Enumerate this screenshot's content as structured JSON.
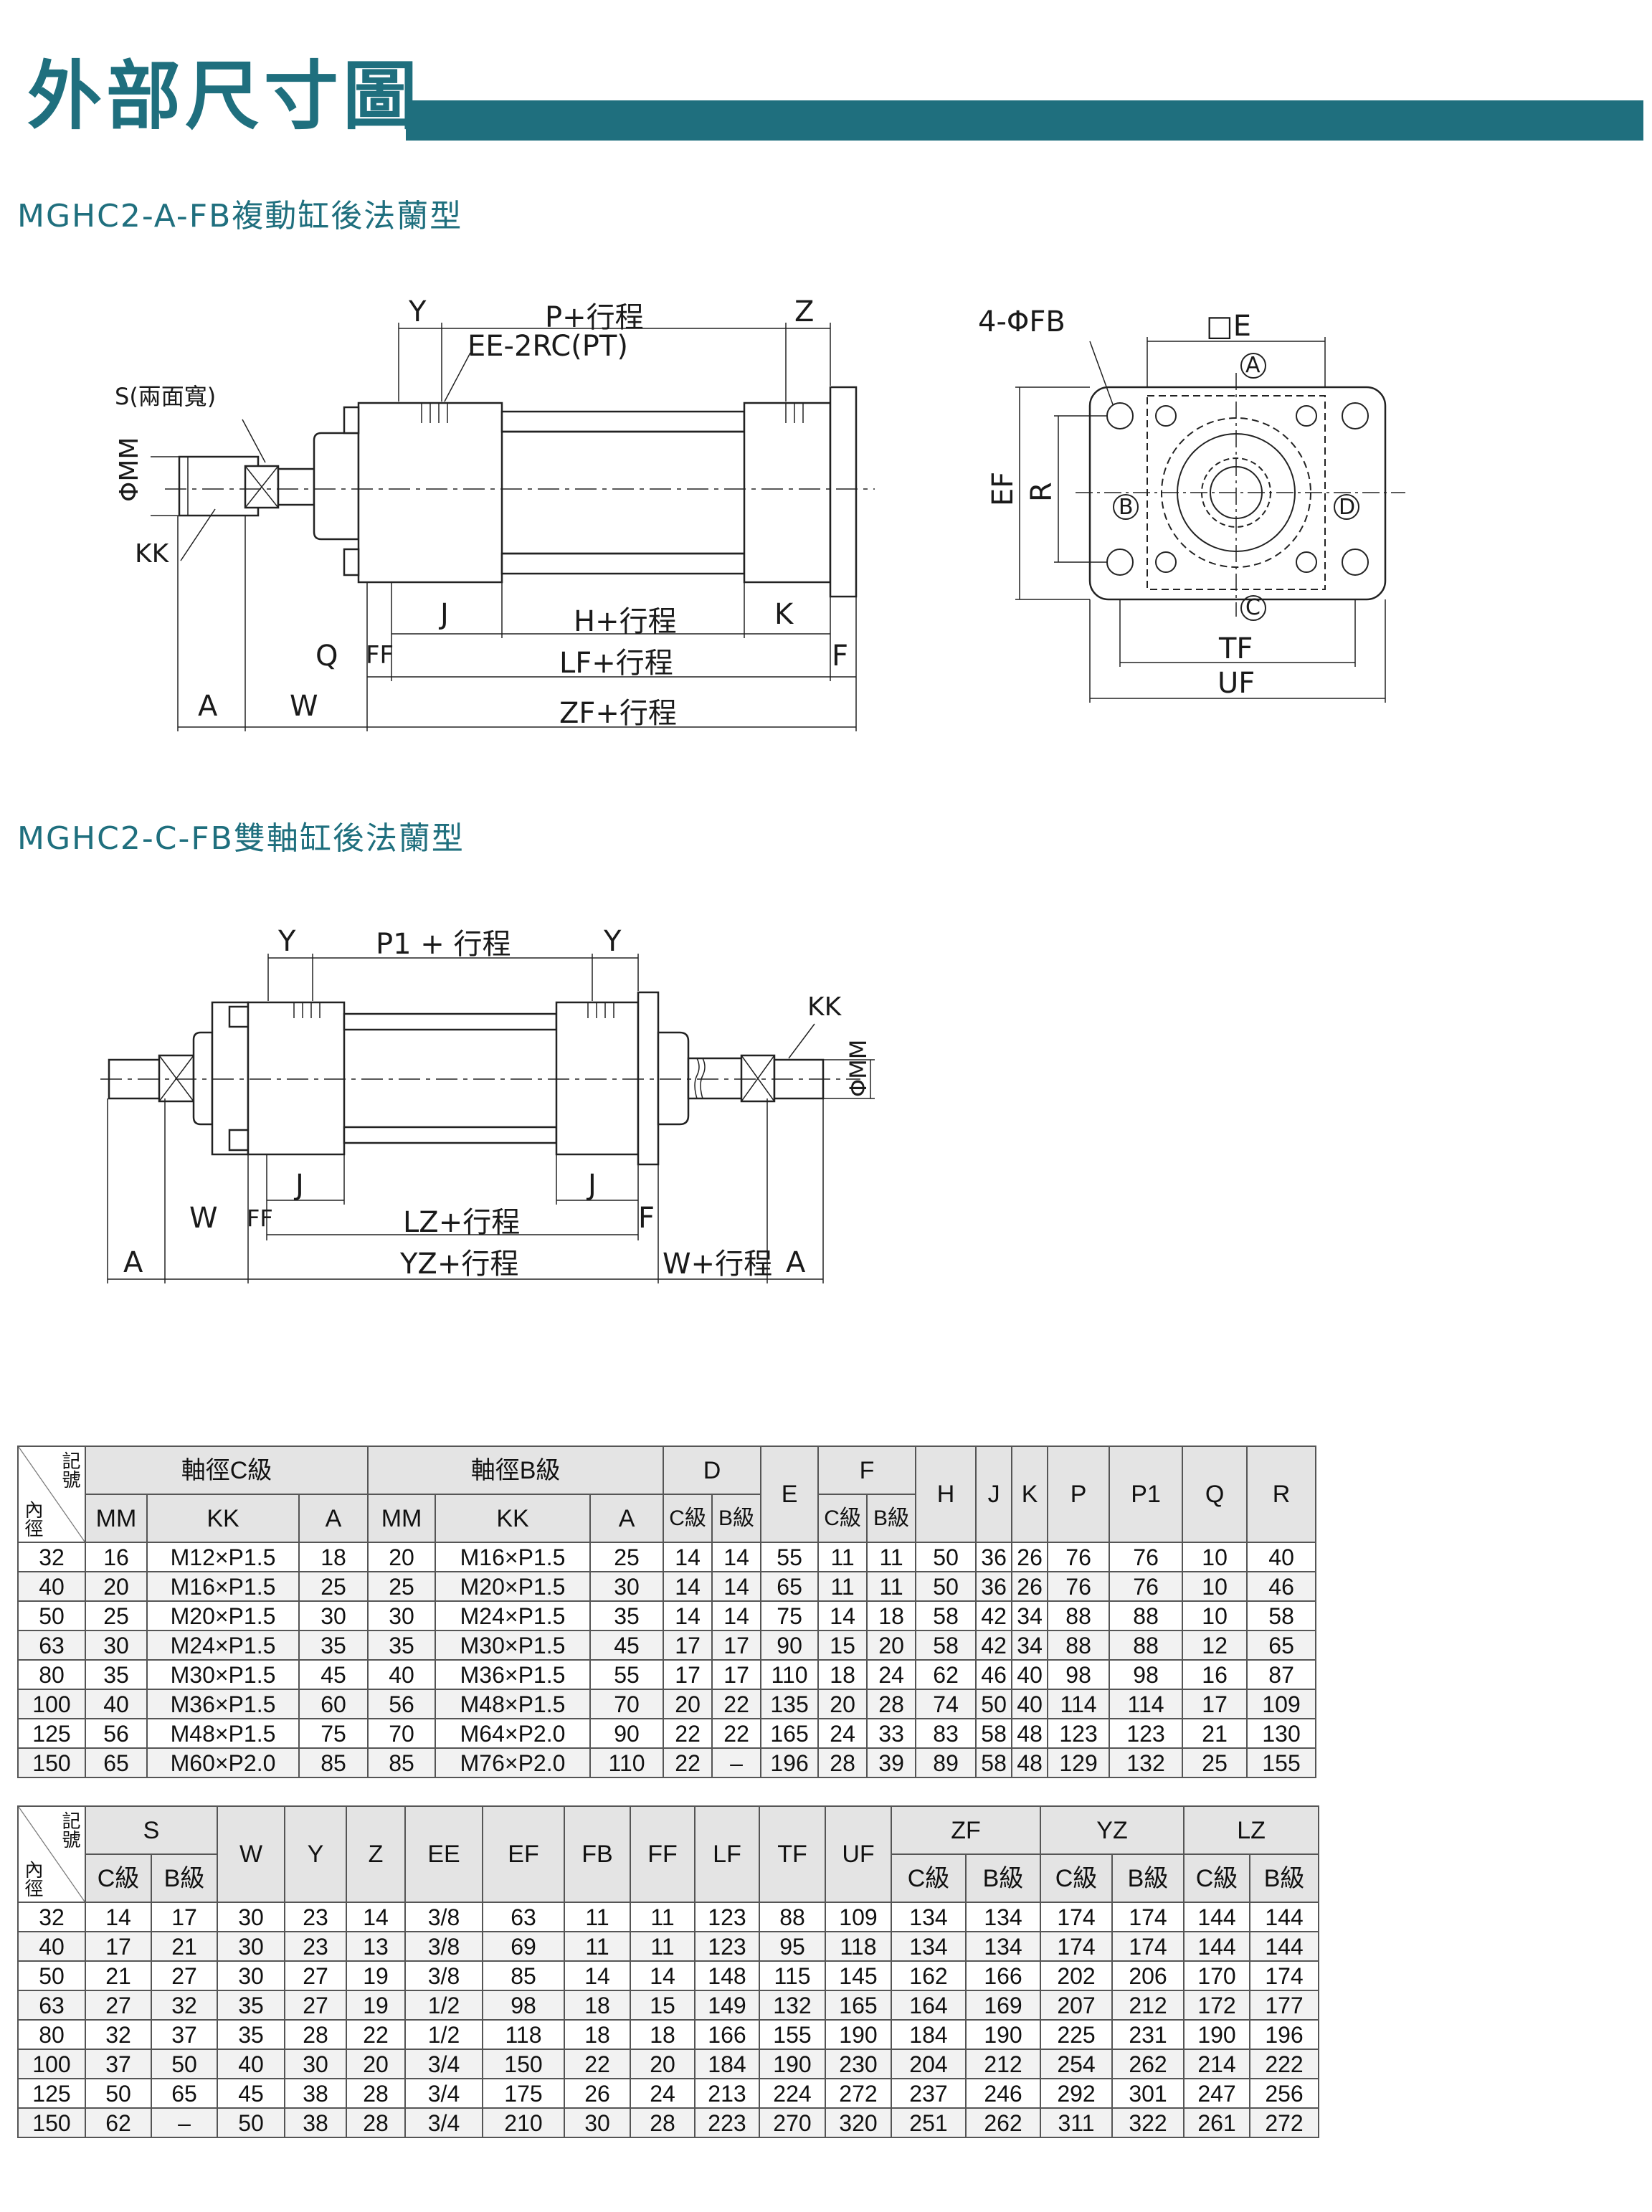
{
  "page": {
    "title": "外部尺寸圖",
    "section_a_title": "MGHC2-A-FB複動缸後法蘭型",
    "section_c_title": "MGHC2-C-FB雙軸缸後法蘭型"
  },
  "drawing_a": {
    "y": "Y",
    "p_stroke": "P+行程",
    "z": "Z",
    "ee": "EE-2RC(PT)",
    "s": "S(兩面寬)",
    "mm": "ΦMM",
    "kk": "KK",
    "j": "J",
    "h_stroke": "H+行程",
    "k": "K",
    "q": "Q",
    "ff": "FF",
    "lf_stroke": "LF+行程",
    "f": "F",
    "a": "A",
    "w": "W",
    "zf_stroke": "ZF+行程"
  },
  "drawing_flange": {
    "fb": "4-ΦFB",
    "e": "□E",
    "ef": "EF",
    "r": "R",
    "pa": "A",
    "pb": "B",
    "pc": "C",
    "pd": "D",
    "tf": "TF",
    "uf": "UF"
  },
  "drawing_c": {
    "y1": "Y",
    "p1_stroke": "P1 + 行程",
    "y2": "Y",
    "kk": "KK",
    "mm": "ΦMM",
    "j1": "J",
    "j2": "J",
    "w": "W",
    "ff": "FF",
    "lz_stroke": "LZ+行程",
    "f": "F",
    "a1": "A",
    "yz_stroke": "YZ+行程",
    "w_stroke": "W+行程",
    "a2": "A"
  },
  "table1": {
    "corner_top": "記號",
    "corner_bottom": "內徑",
    "group_c": "軸徑C級",
    "group_b": "軸徑B級",
    "col_d": "D",
    "col_e": "E",
    "col_f": "F",
    "col_h": "H",
    "col_j": "J",
    "col_k": "K",
    "col_p": "P",
    "col_p1": "P1",
    "col_q": "Q",
    "col_r": "R",
    "sub_mm_c": "MM",
    "sub_kk_c": "KK",
    "sub_a_c": "A",
    "sub_mm_b": "MM",
    "sub_kk_b": "KK",
    "sub_a_b": "A",
    "sub_d_c": "C級",
    "sub_d_b": "B級",
    "sub_f_c": "C級",
    "sub_f_b": "B級",
    "rows": [
      [
        "32",
        "16",
        "M12×P1.5",
        "18",
        "20",
        "M16×P1.5",
        "25",
        "14",
        "14",
        "55",
        "11",
        "11",
        "50",
        "36",
        "26",
        "76",
        "76",
        "10",
        "40"
      ],
      [
        "40",
        "20",
        "M16×P1.5",
        "25",
        "25",
        "M20×P1.5",
        "30",
        "14",
        "14",
        "65",
        "11",
        "11",
        "50",
        "36",
        "26",
        "76",
        "76",
        "10",
        "46"
      ],
      [
        "50",
        "25",
        "M20×P1.5",
        "30",
        "30",
        "M24×P1.5",
        "35",
        "14",
        "14",
        "75",
        "14",
        "18",
        "58",
        "42",
        "34",
        "88",
        "88",
        "10",
        "58"
      ],
      [
        "63",
        "30",
        "M24×P1.5",
        "35",
        "35",
        "M30×P1.5",
        "45",
        "17",
        "17",
        "90",
        "15",
        "20",
        "58",
        "42",
        "34",
        "88",
        "88",
        "12",
        "65"
      ],
      [
        "80",
        "35",
        "M30×P1.5",
        "45",
        "40",
        "M36×P1.5",
        "55",
        "17",
        "17",
        "110",
        "18",
        "24",
        "62",
        "46",
        "40",
        "98",
        "98",
        "16",
        "87"
      ],
      [
        "100",
        "40",
        "M36×P1.5",
        "60",
        "56",
        "M48×P1.5",
        "70",
        "20",
        "22",
        "135",
        "20",
        "28",
        "74",
        "50",
        "40",
        "114",
        "114",
        "17",
        "109"
      ],
      [
        "125",
        "56",
        "M48×P1.5",
        "75",
        "70",
        "M64×P2.0",
        "90",
        "22",
        "22",
        "165",
        "24",
        "33",
        "83",
        "58",
        "48",
        "123",
        "123",
        "21",
        "130"
      ],
      [
        "150",
        "65",
        "M60×P2.0",
        "85",
        "85",
        "M76×P2.0",
        "110",
        "22",
        "–",
        "196",
        "28",
        "39",
        "89",
        "58",
        "48",
        "129",
        "132",
        "25",
        "155"
      ]
    ]
  },
  "table2": {
    "corner_top": "記號",
    "corner_bottom": "內徑",
    "col_s": "S",
    "col_w": "W",
    "col_y": "Y",
    "col_z": "Z",
    "col_ee": "EE",
    "col_ef": "EF",
    "col_fb": "FB",
    "col_ff": "FF",
    "col_lf": "LF",
    "col_tf": "TF",
    "col_uf": "UF",
    "col_zf": "ZF",
    "col_yz": "YZ",
    "col_lz": "LZ",
    "sub_c": "C級",
    "sub_b": "B級",
    "rows": [
      [
        "32",
        "14",
        "17",
        "30",
        "23",
        "14",
        "3/8",
        "63",
        "11",
        "11",
        "123",
        "88",
        "109",
        "134",
        "134",
        "174",
        "174",
        "144",
        "144"
      ],
      [
        "40",
        "17",
        "21",
        "30",
        "23",
        "13",
        "3/8",
        "69",
        "11",
        "11",
        "123",
        "95",
        "118",
        "134",
        "134",
        "174",
        "174",
        "144",
        "144"
      ],
      [
        "50",
        "21",
        "27",
        "30",
        "27",
        "19",
        "3/8",
        "85",
        "14",
        "14",
        "148",
        "115",
        "145",
        "162",
        "166",
        "202",
        "206",
        "170",
        "174"
      ],
      [
        "63",
        "27",
        "32",
        "35",
        "27",
        "19",
        "1/2",
        "98",
        "18",
        "15",
        "149",
        "132",
        "165",
        "164",
        "169",
        "207",
        "212",
        "172",
        "177"
      ],
      [
        "80",
        "32",
        "37",
        "35",
        "28",
        "22",
        "1/2",
        "118",
        "18",
        "18",
        "166",
        "155",
        "190",
        "184",
        "190",
        "225",
        "231",
        "190",
        "196"
      ],
      [
        "100",
        "37",
        "50",
        "40",
        "30",
        "20",
        "3/4",
        "150",
        "22",
        "20",
        "184",
        "190",
        "230",
        "204",
        "212",
        "254",
        "262",
        "214",
        "222"
      ],
      [
        "125",
        "50",
        "65",
        "45",
        "38",
        "28",
        "3/4",
        "175",
        "26",
        "24",
        "213",
        "224",
        "272",
        "237",
        "246",
        "292",
        "301",
        "247",
        "256"
      ],
      [
        "150",
        "62",
        "–",
        "50",
        "38",
        "28",
        "3/4",
        "210",
        "30",
        "28",
        "223",
        "270",
        "320",
        "251",
        "262",
        "311",
        "322",
        "261",
        "272"
      ]
    ]
  }
}
